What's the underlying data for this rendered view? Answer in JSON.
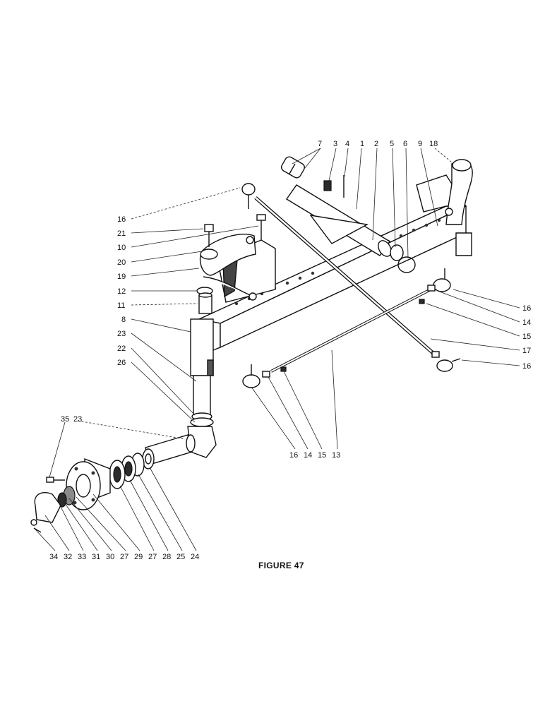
{
  "figure": {
    "caption": "FIGURE 47",
    "callouts": [
      "7",
      "3",
      "4",
      "1",
      "2",
      "5",
      "6",
      "9",
      "18",
      "16",
      "21",
      "10",
      "20",
      "19",
      "12",
      "11",
      "8",
      "23",
      "22",
      "26",
      "14",
      "15",
      "17",
      "13",
      "35",
      "34",
      "32",
      "33",
      "31",
      "30",
      "27",
      "29",
      "28",
      "25",
      "24"
    ]
  }
}
